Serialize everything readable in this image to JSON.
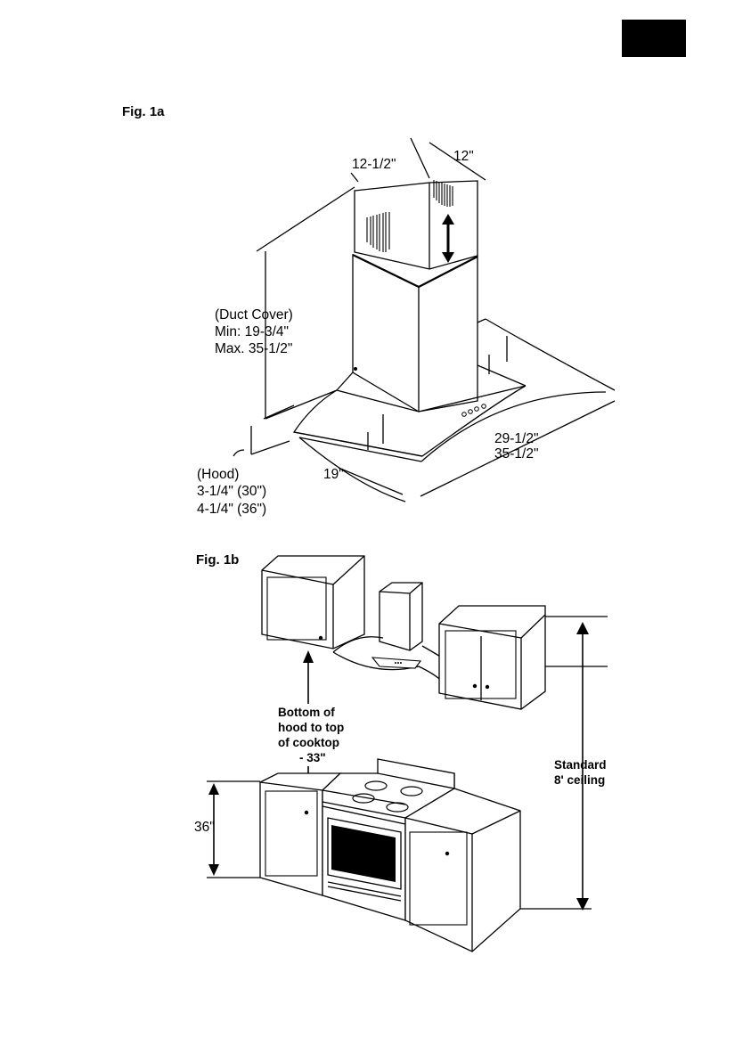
{
  "fig1a": {
    "title": "Fig. 1a",
    "dim_width_left": "12-1/2\"",
    "dim_width_right": "12\"",
    "duct_cover": [
      "(Duct Cover)",
      "Min: 19-3/4\"",
      "Max. 35-1/2\""
    ],
    "hood": [
      "(Hood)",
      "3-1/4\" (30\")",
      "4-1/4\" (36\")"
    ],
    "depth": "19\"",
    "width": [
      "29-1/2\"",
      "35-1/2\""
    ]
  },
  "fig1b": {
    "title": "Fig. 1b",
    "clearance": [
      "Bottom of",
      "hood to top",
      "of cooktop",
      "- 33\""
    ],
    "counter_height": "36\"",
    "ceiling": [
      "Standard",
      "8' ceiling"
    ]
  }
}
